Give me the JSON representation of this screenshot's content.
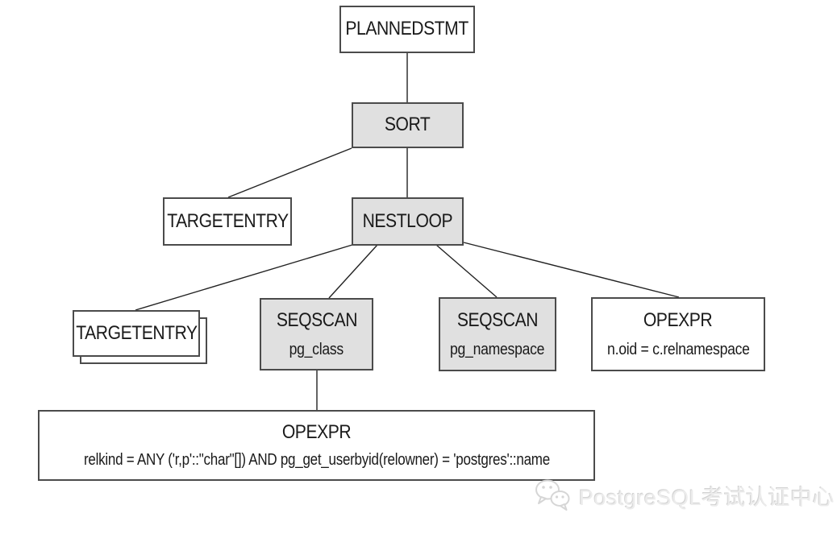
{
  "diagram": {
    "description": "PostgreSQL plan tree diagram",
    "nodes": {
      "plannedstmt": {
        "label": "PLANNEDSTMT"
      },
      "sort": {
        "label": "SORT"
      },
      "targetentry_sort": {
        "label": "TARGETENTRY"
      },
      "nestloop": {
        "label": "NESTLOOP"
      },
      "targetentry_nestloop": {
        "label": "TARGETENTRY"
      },
      "seqscan_pg_class": {
        "label": "SEQSCAN",
        "sublabel": "pg_class"
      },
      "seqscan_pg_namespace": {
        "label": "SEQSCAN",
        "sublabel": "pg_namespace"
      },
      "opexpr_join": {
        "label": "OPEXPR",
        "sublabel": "n.oid = c.relnamespace"
      },
      "opexpr_filter": {
        "label": "OPEXPR",
        "sublabel": "relkind = ANY ('r,p'::\"char\"[]) AND pg_get_userbyid(relowner) = 'postgres'::name"
      }
    },
    "colors": {
      "node_fill": "#ffffff",
      "node_fill_shaded": "#e0e0e0",
      "node_border": "#4b4b4b",
      "edge": "#222222"
    }
  },
  "watermark": {
    "icon": "wechat-icon",
    "text": "PostgreSQL考试认证中心"
  }
}
